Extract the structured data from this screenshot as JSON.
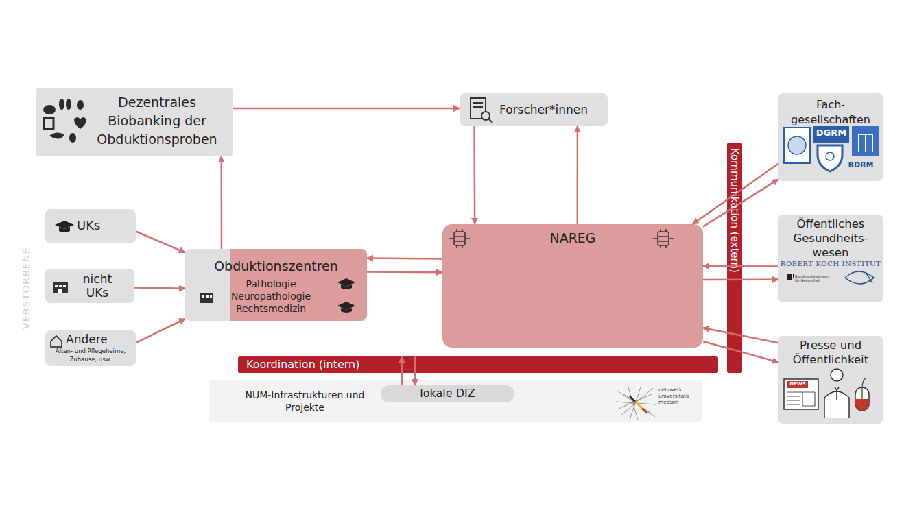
{
  "diagram": {
    "nodes": [
      {
        "text": [
          "Dezentrales Biobanking der Obduktionsproben"
        ]
      },
      {
        "text": [
          "Forscher*innen"
        ]
      },
      {
        "text": [
          "Fach- gesellschaften",
          "DGRM",
          "BDRM"
        ]
      },
      {
        "text": [
          "UKs"
        ]
      },
      {
        "text": [
          "Obduktionszentren",
          "Pathologie Neuropathologie Rechtsmedizin"
        ]
      },
      {
        "text": [
          "NAREG"
        ]
      },
      {
        "text": [
          "Öffentliches Gesundheits- wesen",
          "ROBERT KOCH INSTITUT",
          "Bundesministerium für Gesundheit"
        ]
      },
      {
        "text": [
          "nicht UKs"
        ]
      },
      {
        "text": [
          "Andere",
          "Alten- und Pflegeheime, Zuhause, usw."
        ]
      },
      {
        "text": [
          "Presse und Öffentlichkeit",
          "NEWS"
        ]
      },
      {
        "text": [
          "Koordination (intern)"
        ]
      },
      {
        "text": [
          "Kommunikation (extern)"
        ]
      },
      {
        "text": [
          "NUM-Infrastrukturen und Projekte",
          "netzwerk universitäts medizin"
        ]
      },
      {
        "text": [
          "lokale DIZ"
        ],
        "in": 12
      }
    ],
    "edges": [
      {
        "from": 3,
        "to": 4,
        "arrow": "to"
      },
      {
        "from": 7,
        "to": 4,
        "arrow": "to"
      },
      {
        "from": 8,
        "to": 4,
        "arrow": "to"
      },
      {
        "from": 4,
        "to": 0,
        "arrow": "to"
      },
      {
        "from": 0,
        "to": 1,
        "arrow": "to"
      },
      {
        "from": 1,
        "to": 5,
        "arrow": "to"
      },
      {
        "from": 5,
        "to": 1,
        "arrow": "to"
      },
      {
        "from": 5,
        "to": 4,
        "arrow": "to"
      },
      {
        "from": 4,
        "to": 5,
        "arrow": "to"
      },
      {
        "from": 13,
        "to": 10,
        "arrow": "to"
      },
      {
        "from": 10,
        "to": 13,
        "arrow": "to"
      },
      {
        "from": 5,
        "to": 2,
        "arrow": "to"
      },
      {
        "from": 2,
        "to": 5,
        "arrow": "to"
      },
      {
        "from": 6,
        "to": 5,
        "arrow": "to"
      },
      {
        "from": 5,
        "to": 6,
        "arrow": "to"
      },
      {
        "from": 9,
        "to": 5,
        "arrow": "to"
      },
      {
        "from": 5,
        "to": 9,
        "arrow": "to"
      }
    ],
    "labels": [
      "VERSTORBENE"
    ]
  }
}
